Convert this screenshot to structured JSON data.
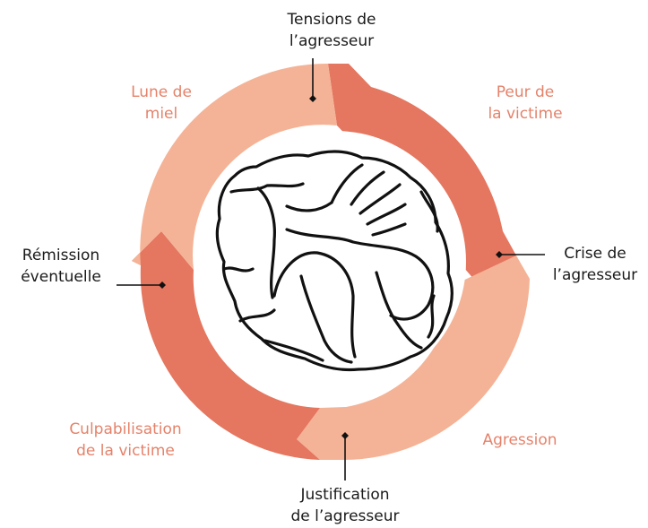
{
  "diagram": {
    "stages": [
      {
        "id": "lune-de-miel",
        "lines": [
          "Lune de",
          "miel"
        ]
      },
      {
        "id": "peur-victime",
        "lines": [
          "Peur de",
          "la victime"
        ]
      },
      {
        "id": "agression",
        "lines": [
          "Agression"
        ]
      },
      {
        "id": "culpabilisation",
        "lines": [
          "Culpabilisation",
          "de la victime"
        ]
      }
    ],
    "events": [
      {
        "id": "tensions",
        "lines": [
          "Tensions de",
          "l’agresseur"
        ]
      },
      {
        "id": "crise",
        "lines": [
          "Crise de",
          "l’agresseur"
        ]
      },
      {
        "id": "justification",
        "lines": [
          "Justification",
          "de l’agresseur"
        ]
      },
      {
        "id": "remission",
        "lines": [
          "Rémission",
          "éventuelle"
        ]
      }
    ],
    "colors": {
      "light_segment": "#f4b396",
      "dark_segment": "#e5765f",
      "stage_text": "#e5826a",
      "event_text": "#1a1a1a",
      "center_background": "#ffffff"
    },
    "center_illustration": "crouching-figure-drawing"
  }
}
